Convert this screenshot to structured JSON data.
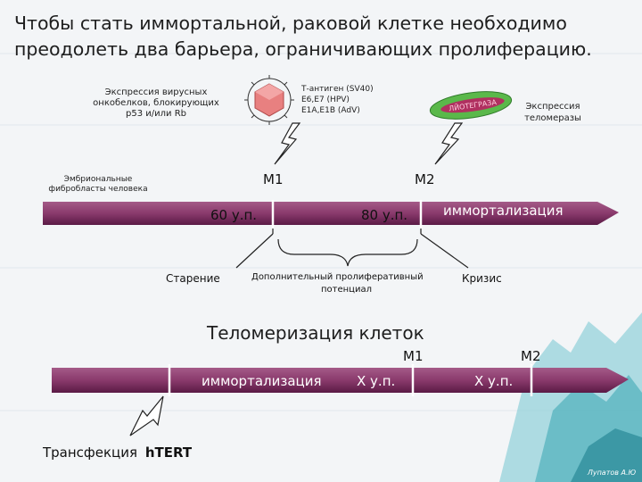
{
  "title_line1": "Чтобы стать иммортальной, раковой клетке необходимо",
  "title_line2": "преодолеть два барьера, ограничивающих пролиферацию.",
  "viral_expr_l1": "Экспрессия вирусных",
  "viral_expr_l2": "онкобелков, блокирующих",
  "viral_expr_l3": "р53 и/или Rb",
  "antigen_l1": "Т-антиген (SV40)",
  "antigen_l2": "Е6,Е7 (HPV)",
  "antigen_l3": "Е1А,Е1В (AdV)",
  "telomerase_l1": "Экспрессия",
  "telomerase_l2": "теломеразы",
  "telomerase_label": "ЛЙОТЕГРАЗА",
  "fibro_l1": "Эмбриональные",
  "fibro_l2": "фибробласты человека",
  "m1_top": "M1",
  "m2_top": "M2",
  "p60": "60 у.п.",
  "p80": "80 у.п.",
  "immortal_top": "иммортализация",
  "senescence": "Старение",
  "extra_prolif_l1": "Дополнительный пролиферативный",
  "extra_prolif_l2": "потенциал",
  "crisis": "Кризис",
  "telomerization": "Теломеризация клеток",
  "m1_bottom": "M1",
  "m2_bottom": "M2",
  "immortal_bottom": "иммортализация",
  "xp1": "X у.п.",
  "xp2": "X у.п.",
  "transfection": "Трансфекция",
  "htert": "hTERT",
  "author": "Лупатов А.Ю",
  "colors": {
    "arrow_fill": "#8a3a6c",
    "arrow_dark": "#5a1a45",
    "virus": "#e88080",
    "telomerase_shell": "#5ab84a",
    "telomerase_core": "#b03060"
  }
}
